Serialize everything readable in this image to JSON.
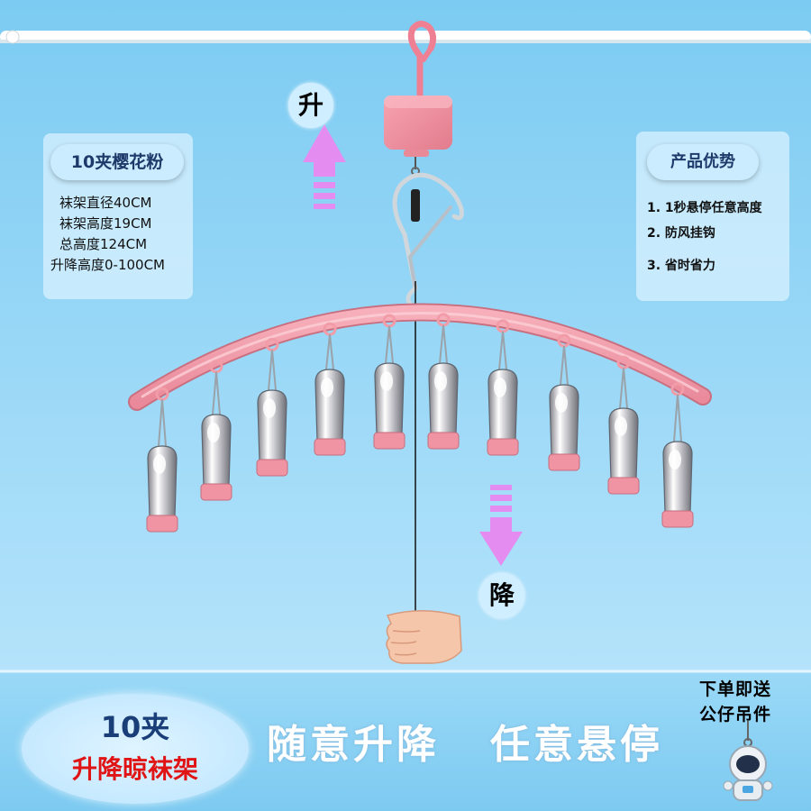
{
  "colors": {
    "sky_top": "#7ecbf3",
    "sky_bottom": "#aee0fb",
    "band": "#8fd3f6",
    "rack_pink": "#f29ca8",
    "arrow_violet": "#e58cf0",
    "accent_red": "#e01414"
  },
  "labels": {
    "up": "升",
    "down": "降"
  },
  "specs": {
    "title": "10夹樱花粉",
    "items": [
      "袜架直径40CM",
      "袜架高度19CM",
      "总高度124CM",
      "升降高度0-100CM"
    ]
  },
  "advantages": {
    "title": "产品优势",
    "items": [
      "1. 1秒悬停任意高度",
      "2. 防风挂钩",
      "3. 省时省力"
    ]
  },
  "product": {
    "count": "10夹",
    "name": "升降晾袜架"
  },
  "slogans": [
    "随意升降",
    "任意悬停"
  ],
  "gift": {
    "line1": "下单即送",
    "line2": "公仔吊件",
    "icon": "astronaut-icon"
  }
}
